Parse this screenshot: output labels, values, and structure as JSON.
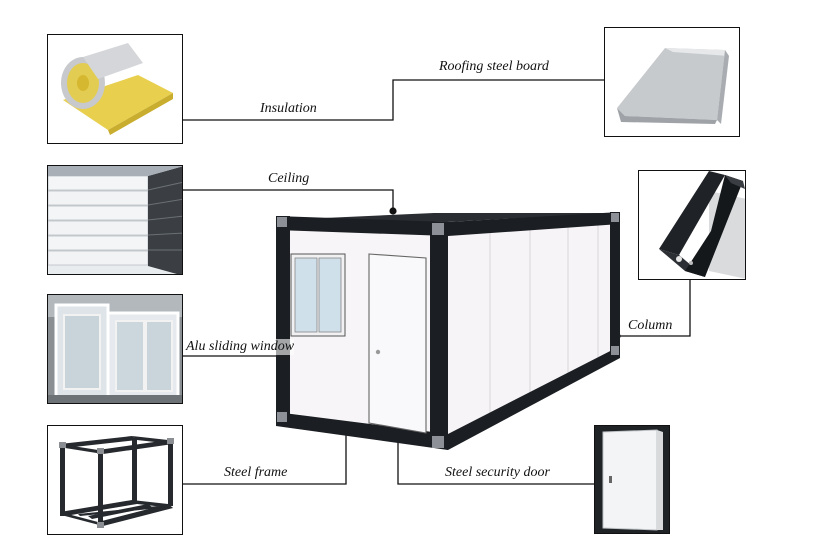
{
  "labels": {
    "roofing": "Roofing steel board",
    "insulation": "Insulation",
    "ceiling": "Ceiling",
    "column": "Column",
    "window": "Alu sliding window",
    "frame": "Steel frame",
    "door": "Steel security door"
  },
  "icons": {
    "insulation": "insulation-roll-icon",
    "ceiling": "sandwich-panel-stack-icon",
    "window": "sliding-window-icon",
    "frame": "steel-frame-icon",
    "roofing": "roof-board-icon",
    "column": "corner-column-icon",
    "door": "security-door-icon",
    "container": "container-house-icon"
  },
  "colors": {
    "frame": "#1b1e22",
    "panel": "#f4f2f4",
    "line": "#111111"
  }
}
